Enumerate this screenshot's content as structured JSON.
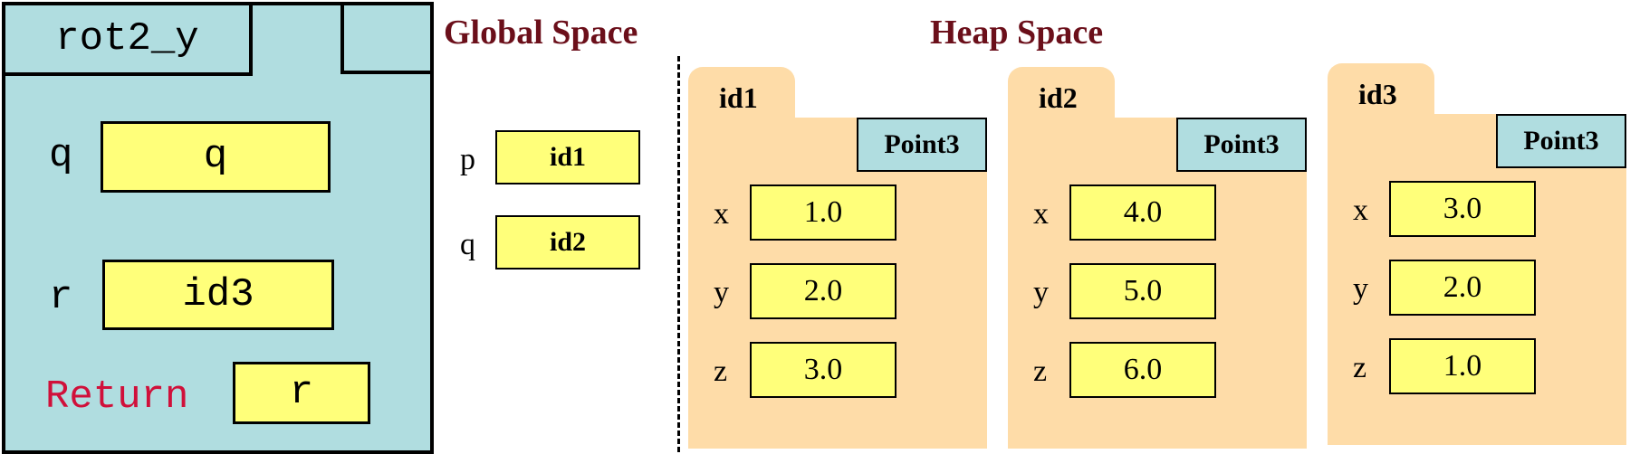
{
  "frame": {
    "name": "rot2_y",
    "vars": [
      {
        "label": "q",
        "value": "q"
      },
      {
        "label": "r",
        "value": "id3"
      }
    ],
    "return_label": "Return",
    "return_value": "r"
  },
  "global_space": {
    "title": "Global Space",
    "vars": [
      {
        "label": "p",
        "value": "id1"
      },
      {
        "label": "q",
        "value": "id2"
      }
    ]
  },
  "heap_space": {
    "title": "Heap Space",
    "objects": [
      {
        "id": "id1",
        "class": "Point3",
        "fields": [
          {
            "label": "x",
            "value": "1.0"
          },
          {
            "label": "y",
            "value": "2.0"
          },
          {
            "label": "z",
            "value": "3.0"
          }
        ]
      },
      {
        "id": "id2",
        "class": "Point3",
        "fields": [
          {
            "label": "x",
            "value": "4.0"
          },
          {
            "label": "y",
            "value": "5.0"
          },
          {
            "label": "z",
            "value": "6.0"
          }
        ]
      },
      {
        "id": "id3",
        "class": "Point3",
        "fields": [
          {
            "label": "x",
            "value": "3.0"
          },
          {
            "label": "y",
            "value": "2.0"
          },
          {
            "label": "z",
            "value": "1.0"
          }
        ]
      }
    ]
  },
  "colors": {
    "frame_bg": "#b0dde0",
    "value_box": "#ffff7a",
    "object_bg": "#fedca8",
    "title_color": "#6b0f1a",
    "return_color": "#d0103a"
  }
}
